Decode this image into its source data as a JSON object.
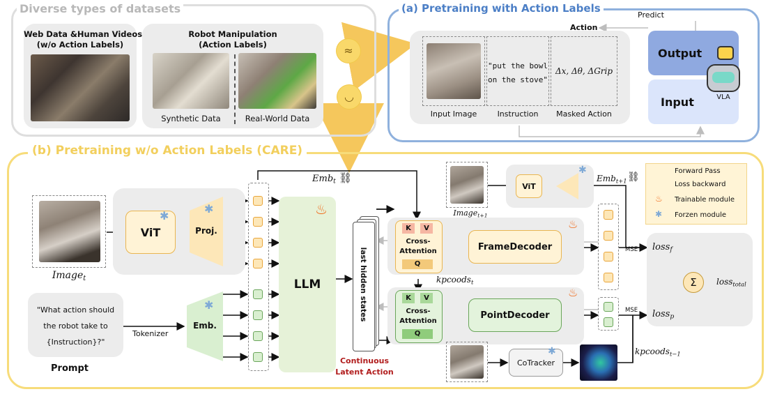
{
  "top_left": {
    "title": "Diverse types of datasets",
    "web_title_line1": "Web Data &Human Videos",
    "web_title_line2": "(w/o Action Labels)",
    "robot_title_line1": "Robot Manipulation",
    "robot_title_line2": "(Action Labels)",
    "synthetic": "Synthetic Data",
    "real_world": "Real-World Data"
  },
  "panel_a": {
    "title": "(a) Pretraining with Action Labels",
    "predict": "Predict",
    "action": "Action",
    "instruction_line1": "\"put the bowl",
    "instruction_line2": "on the stove\"",
    "masked_action_math": "Δx, Δθ, ΔGrip",
    "input_image_label": "Input Image",
    "instruction_label": "Instruction",
    "masked_action_label": "Masked Action",
    "output": "Output",
    "input": "Input",
    "vla": "VLA"
  },
  "panel_b": {
    "title": "(b) Pretraining w/o Action Labels (CARE)",
    "image_t": "Image",
    "image_t_sub": "t",
    "vit": "ViT",
    "proj": "Proj.",
    "prompt_line1": "\"What action should",
    "prompt_line2": "the robot take to",
    "prompt_line3": "{Instruction}?\"",
    "prompt_label": "Prompt",
    "tokenizer": "Tokenizer",
    "emb": "Emb.",
    "llm": "LLM",
    "last_hidden_states": "last hidden states",
    "continuous_line1": "Continuous",
    "continuous_line2": "Latent Action",
    "emb_t": "Emb",
    "emb_t_sub": "t",
    "image_t1": "Image",
    "image_t1_sub": "t+1",
    "vit2": "ViT",
    "emb_t1": "Emb",
    "emb_t1_sub": "t+1",
    "k": "K",
    "v": "V",
    "q": "Q",
    "cross_attention_line1": "Cross-",
    "cross_attention_line2": "Attention",
    "frame_decoder": "FrameDecoder",
    "point_decoder": "PointDecoder",
    "kpcoods_t": "kpcoods",
    "kpcoods_t_sub": "t",
    "cotracker": "CoTracker",
    "kpcoods_t_minus": "kpcoods",
    "kpcoods_t_minus_sub": "t−1",
    "mse1": "MSE",
    "mse2": "MSE",
    "loss_f": "loss",
    "loss_f_sub": "f",
    "loss_p": "loss",
    "loss_p_sub": "p",
    "loss_total": "loss",
    "loss_total_sub": "total",
    "sum_symbol": "Σ"
  },
  "legend": {
    "forward_pass": "Forward Pass",
    "loss_backward": "Loss backward",
    "trainable": "Trainable module",
    "frozen": "Forzen module"
  },
  "icons": {
    "fire": "fire-icon",
    "snowflake": "snowflake-icon",
    "broken_link": "broken-link-icon",
    "confused_face": "confused-face-icon",
    "happy_face": "happy-face-icon",
    "robot": "robot-icon"
  },
  "colors": {
    "yellow_frame": "#f7dc7a",
    "blue_frame": "#8fb1dd",
    "gray_frame": "#d9d9d9",
    "llm_green": "#e6f2d8",
    "orange_block": "#fff3d6",
    "green_block": "#e3f3dc",
    "output_blue": "#8fa9e0",
    "input_blue": "#dbe5fb"
  }
}
